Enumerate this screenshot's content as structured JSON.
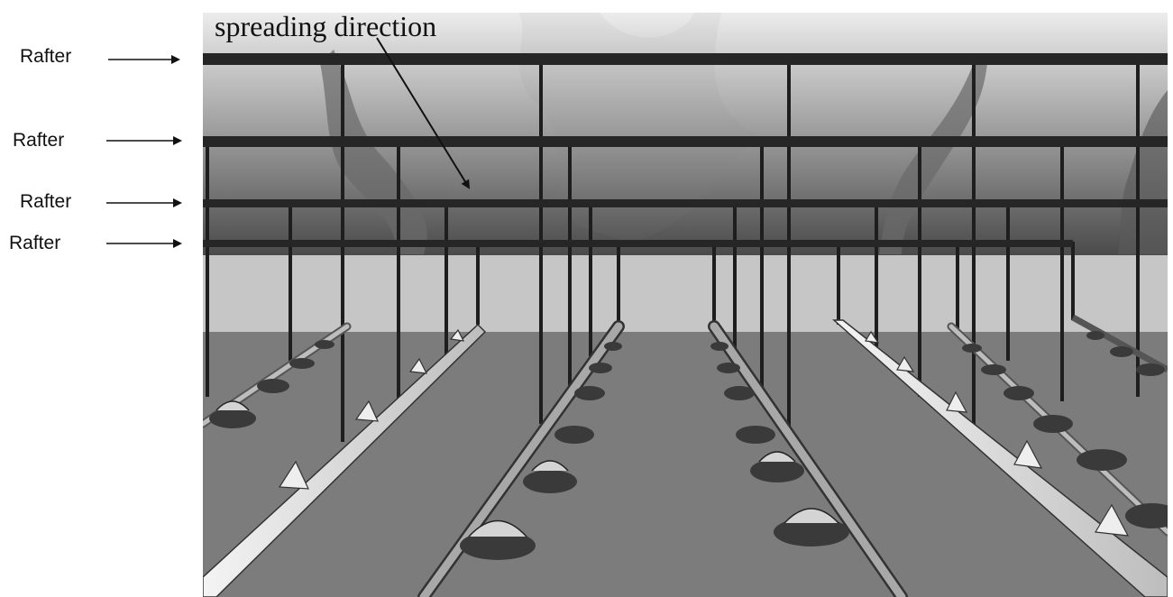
{
  "annotation": {
    "spreading_label": "spreading direction"
  },
  "labels": [
    {
      "text": "Rafter"
    },
    {
      "text": "Rafter"
    },
    {
      "text": "Rafter"
    },
    {
      "text": "Rafter"
    }
  ],
  "colors": {
    "wall": "#c6c6c6",
    "floor": "#7c7c7c",
    "ceiling_light": "#e8e8e8",
    "ceiling_dark": "#505050",
    "smoke": "#8a8a8a",
    "rafter": "#262626",
    "pipe_light": "#eeeeee",
    "pan": "#3a3a3a"
  }
}
